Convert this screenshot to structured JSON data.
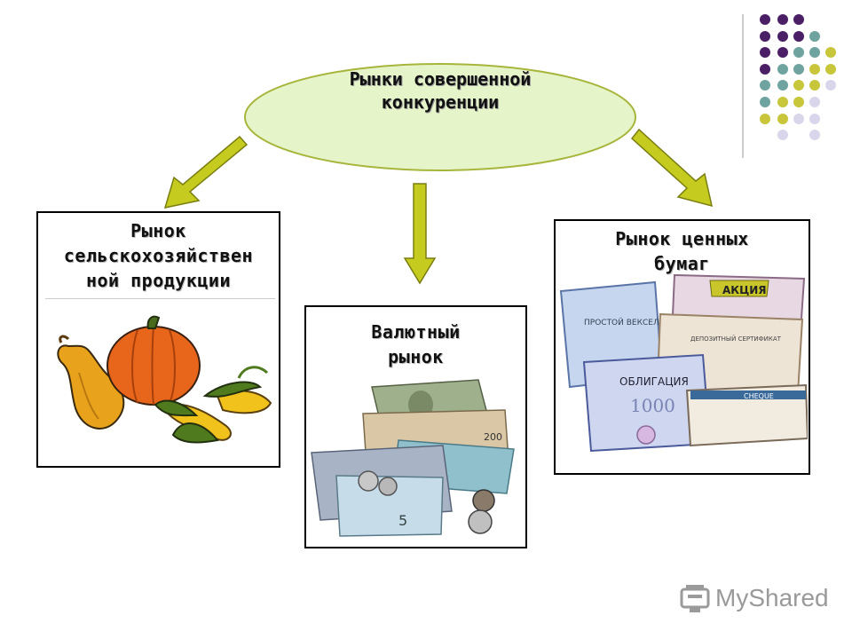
{
  "center": {
    "title_line1": "Рынки совершенной",
    "title_line2": "конкуренции"
  },
  "boxes": [
    {
      "line1": "Рынок",
      "line2": "сельскохозяйствен",
      "line3": "ной продукции"
    },
    {
      "line1": "Валютный",
      "line2": "рынок"
    },
    {
      "line1": "Рынок ценных",
      "line2": "бумаг"
    }
  ],
  "images": {
    "bond1": "ПРОСТОЙ ВЕКСЕЛЬ",
    "bond2": "АКЦИЯ",
    "bond3": "ОБЛИГАЦИЯ",
    "bond4": "CHEQUE",
    "bond5": "ДЕПОЗИТНЫЙ СЕРТИФИКАТ",
    "bond6": "1000",
    "note1": "200",
    "note2": "5"
  },
  "logo": {
    "text": "MyShared"
  },
  "colors": {
    "oval_fill": "#e6f5c9",
    "oval_border": "#a8b53c",
    "arrow": "#c6cc1f",
    "dot_purple": "#4a1f66",
    "dot_teal": "#6fa3a0",
    "dot_lime": "#c8c63a",
    "dot_lavender": "#d9d6ec"
  }
}
